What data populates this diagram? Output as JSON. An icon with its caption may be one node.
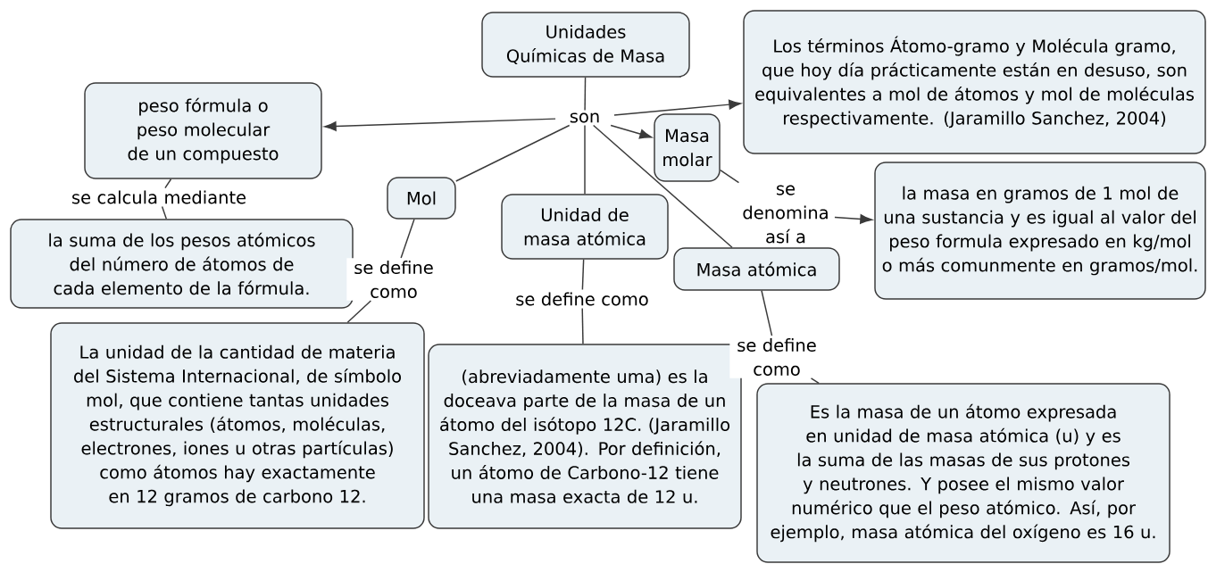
{
  "diagram": {
    "nodes": [
      {
        "text": [
          "Unidades Químicas de Masa"
        ]
      },
      {
        "text": [
          "son"
        ]
      },
      {
        "text": [
          "peso fórmula o peso molecular de un compuesto"
        ]
      },
      {
        "text": [
          "Los términos Átomo-gramo y Molécula gramo, que hoy día prácticamente están en desuso, son equivalentes a mol de átomos y mol de moléculas respectivamente. (Jaramillo Sanchez, 2004)"
        ]
      },
      {
        "text": [
          "Masa molar"
        ]
      },
      {
        "text": [
          "Mol"
        ]
      },
      {
        "text": [
          "Unidad de masa atómica"
        ]
      },
      {
        "text": [
          "Masa atómica"
        ]
      },
      {
        "text": [
          "se calcula mediante"
        ]
      },
      {
        "text": [
          "la suma de los pesos atómicos del número de átomos de cada elemento de la fórmula."
        ]
      },
      {
        "text": [
          "se define como"
        ]
      },
      {
        "text": [
          "La unidad de la cantidad de materia del Sistema Internacional, de símbolo mol, que contiene tantas unidades estructurales (átomos, moléculas, electrones, iones u otras partículas) como átomos hay exactamente en 12 gramos de carbono 12."
        ]
      },
      {
        "text": [
          "se define como"
        ]
      },
      {
        "text": [
          "(abreviadamente uma) es la doceava parte de la masa de un átomo del isótopo 12C. (Jaramillo Sanchez, 2004). Por definición, un átomo de Carbono-12 tiene una masa exacta de 12 u."
        ]
      },
      {
        "text": [
          "se denomina así a"
        ]
      },
      {
        "text": [
          "la masa en gramos de 1 mol de una sustancia y es igual al valor del peso formula expresado en kg/mol o más comunmente en gramos/mol."
        ]
      },
      {
        "text": [
          "se define como"
        ]
      },
      {
        "text": [
          "Es la masa de un átomo expresada en unidad de masa atómica (u) y es la suma de las masas de sus protones y neutrones. Y posee el mismo valor numérico que el peso atómico. Así, por ejemplo, masa atómica del oxígeno es 16 u."
        ]
      }
    ],
    "edges": [
      {
        "from": 0,
        "to": 1,
        "arrow": "none"
      },
      {
        "from": 1,
        "to": 2,
        "arrow": "to"
      },
      {
        "from": 1,
        "to": 3,
        "arrow": "to"
      },
      {
        "from": 1,
        "to": 4,
        "arrow": "to"
      },
      {
        "from": 1,
        "to": 5,
        "arrow": "none"
      },
      {
        "from": 1,
        "to": 6,
        "arrow": "none"
      },
      {
        "from": 1,
        "to": 7,
        "arrow": "none"
      },
      {
        "from": 2,
        "to": 8,
        "arrow": "none"
      },
      {
        "from": 8,
        "to": 9,
        "arrow": "none"
      },
      {
        "from": 5,
        "to": 10,
        "arrow": "none"
      },
      {
        "from": 10,
        "to": 11,
        "arrow": "none"
      },
      {
        "from": 6,
        "to": 12,
        "arrow": "none"
      },
      {
        "from": 12,
        "to": 13,
        "arrow": "none"
      },
      {
        "from": 4,
        "to": 14,
        "arrow": "none"
      },
      {
        "from": 14,
        "to": 15,
        "arrow": "to"
      },
      {
        "from": 7,
        "to": 16,
        "arrow": "none"
      },
      {
        "from": 16,
        "to": 17,
        "arrow": "none"
      }
    ]
  }
}
